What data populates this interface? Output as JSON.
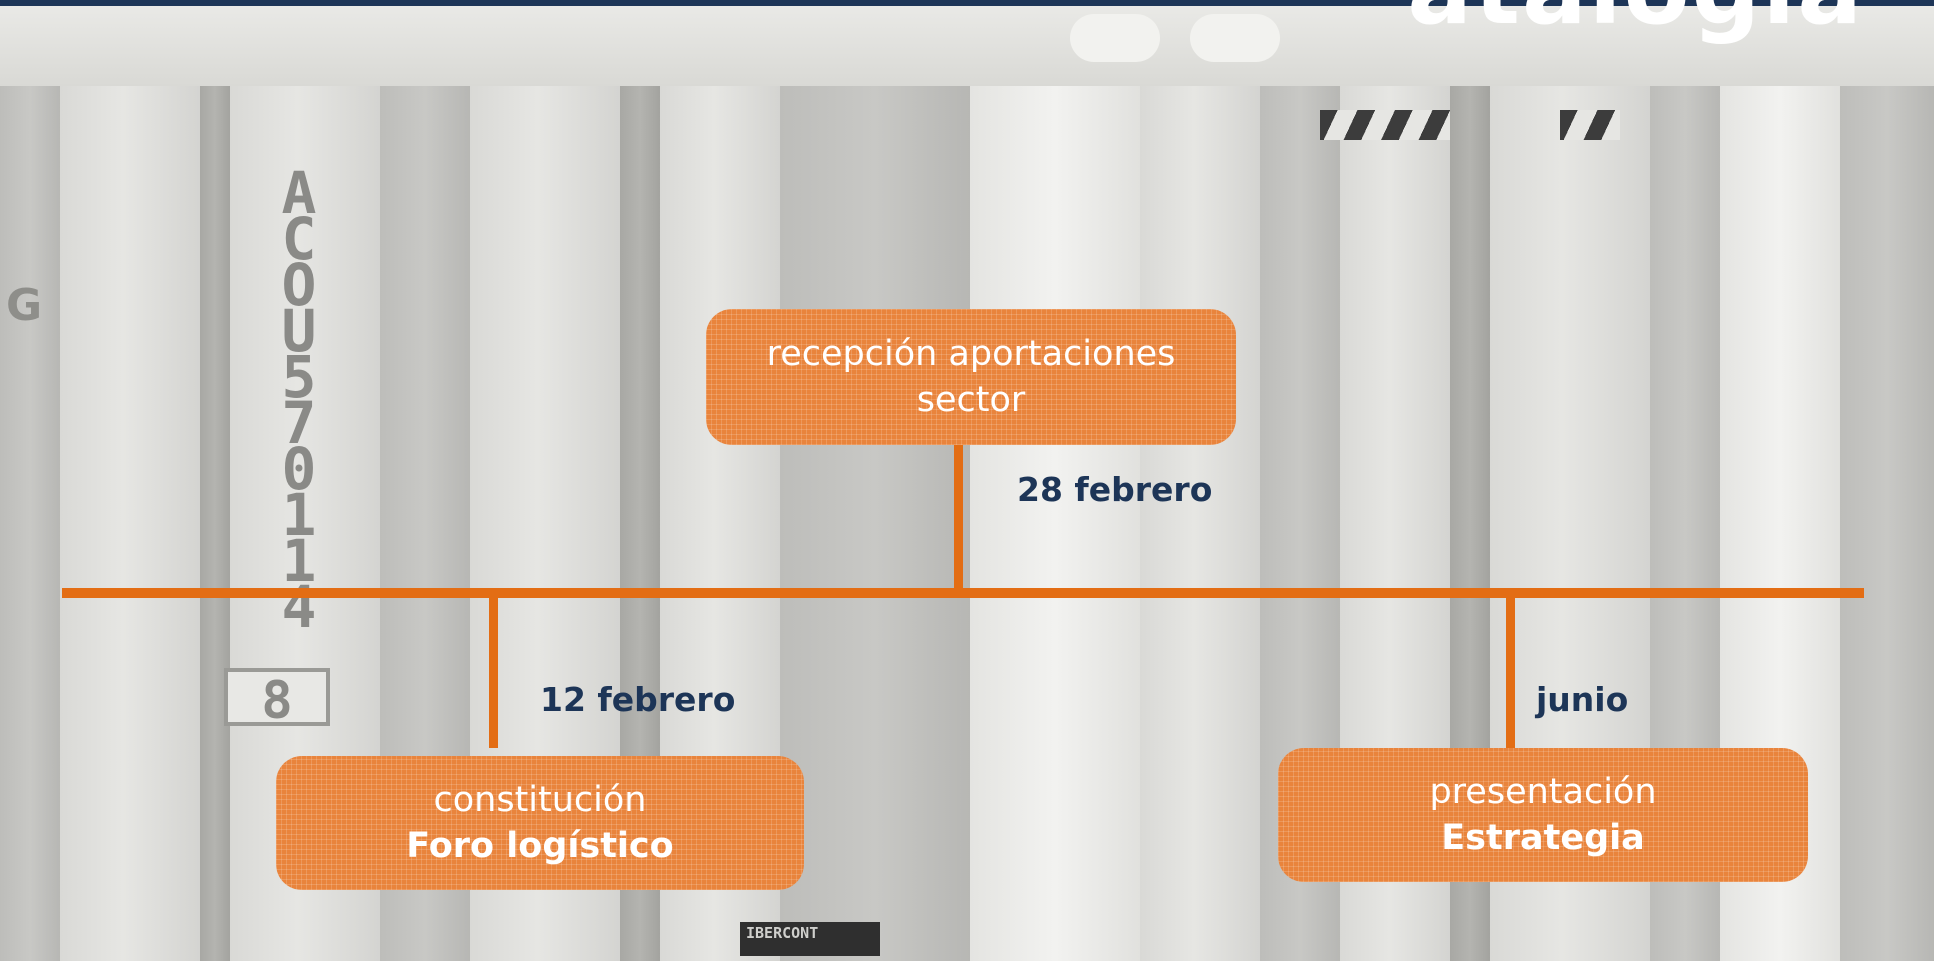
{
  "slide": {
    "headline_fragment": "atalogía"
  },
  "background": {
    "stencil_code": [
      "A",
      "C",
      "O",
      "U",
      "5",
      "7",
      "0",
      "1",
      "1",
      "4"
    ],
    "stencil_box": "8",
    "corner_letter": "G",
    "container_brand": "IBERCONT"
  },
  "timeline": {
    "events": [
      {
        "date": "12 febrero",
        "line1": "constitución",
        "line2": "Foro logístico"
      },
      {
        "date": "28 febrero",
        "line1": "recepción aportaciones",
        "line2": "sector"
      },
      {
        "date": "junio",
        "line1": "presentación",
        "line2": "Estrategia"
      }
    ]
  },
  "colors": {
    "accent_orange": "#e36d14",
    "box_orange": "#e9843c",
    "date_navy": "#1d3557",
    "top_strip_navy": "#1d3557"
  }
}
